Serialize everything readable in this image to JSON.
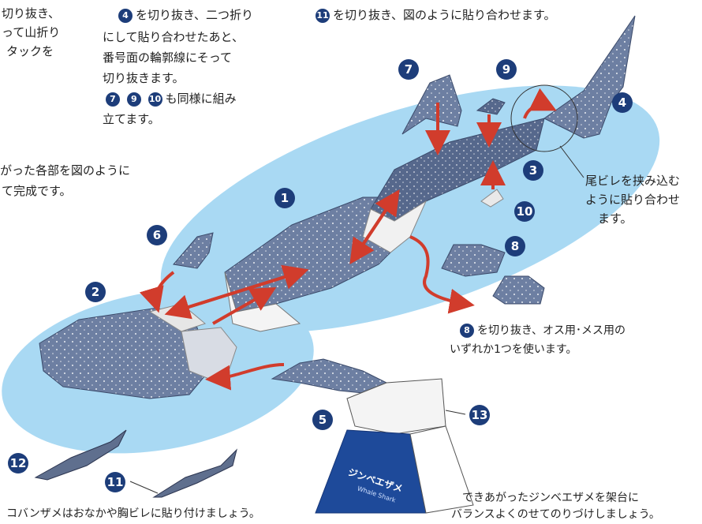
{
  "colors": {
    "water": "#a9d9f3",
    "shark_body": "#6d7fa2",
    "shark_dark": "#4e5f82",
    "arrow": "#d13c2c",
    "badge": "#1d3d7a",
    "stand_blue": "#1e4a9a",
    "remora": "#5f6f8e"
  },
  "instructions": {
    "top_left": [
      "切り抜き、",
      "って山折り",
      "タックを"
    ],
    "center_line1_num": "4",
    "center_line1": "を切り抜き、二つ折り",
    "center_line2": "にして貼り合わせたあと、",
    "center_line3": "番号面の輪郭線にそって",
    "center_line4": "切り抜きます。",
    "center_line5_nums": [
      "7",
      "9",
      "10"
    ],
    "center_line5": "も同様に組み",
    "center_line6": "立てます。",
    "top_right_num": "11",
    "top_right": "を切り抜き、図のように貼り合わせます。",
    "left_mid": [
      "がった各部を図のように",
      "て完成です。"
    ],
    "tail_note": [
      "尾ビレを挟み込む",
      "ように貼り合わせ",
      "ます。"
    ],
    "part8_num": "8",
    "part8_line1": "を切り抜き、オス用･メス用の",
    "part8_line2": "いずれか1つを使います。",
    "remora_note": "コバンザメはおなかや胸ビレに貼り付けましょう。",
    "stand_note": [
      "できあがったジンベエザメを架台に",
      "バランスよくのせてのりづけしましょう。"
    ]
  },
  "stand": {
    "label_jp": "ジンベエザメ",
    "label_en": "Whale Shark"
  },
  "badges": [
    "1",
    "2",
    "3",
    "4",
    "5",
    "6",
    "7",
    "8",
    "9",
    "10",
    "11",
    "12",
    "13"
  ]
}
